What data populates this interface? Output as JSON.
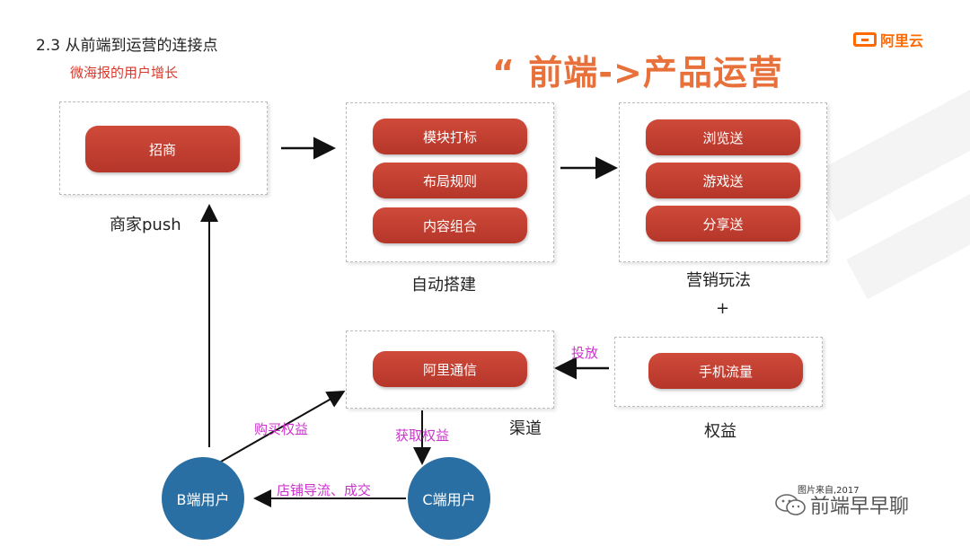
{
  "header": {
    "section_title": "2.3 从前端到运营的连接点",
    "subtitle": "微海报的用户增长",
    "headline": "“ 前端->产品运营",
    "logo_text": "阿里云"
  },
  "boxes": {
    "merchant": {
      "pills": [
        "招商"
      ],
      "label": "商家push"
    },
    "auto_build": {
      "pills": [
        "模块打标",
        "布局规则",
        "内容组合"
      ],
      "label": "自动搭建"
    },
    "marketing": {
      "pills": [
        "浏览送",
        "游戏送",
        "分享送"
      ],
      "label": "营销玩法"
    },
    "channel": {
      "pills": [
        "阿里通信"
      ],
      "label": "渠道"
    },
    "rights": {
      "pills": [
        "手机流量"
      ],
      "label": "权益"
    }
  },
  "plus_sign": "+",
  "arrow_labels": {
    "deliver": "投放",
    "buy_rights": "购买权益",
    "get_rights": "获取权益",
    "store_flow": "店铺导流、成交"
  },
  "nodes": {
    "b_user": "B端用户",
    "c_user": "C端用户"
  },
  "footer": {
    "credit": "图片来自,2017",
    "watermark": "前端早早聊"
  },
  "colors": {
    "pill": "#c0392b",
    "node": "#2a6fa3",
    "headline": "#e8703a",
    "arrow_label": "#cc33cc",
    "logo": "#ff6a00"
  }
}
